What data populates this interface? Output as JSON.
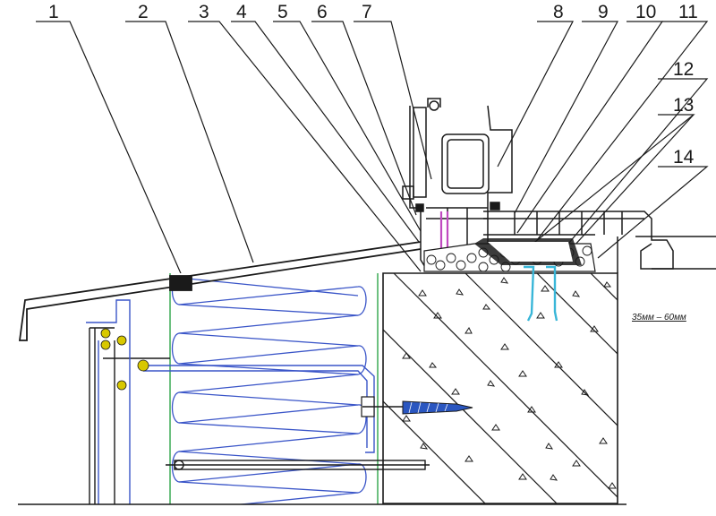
{
  "callouts": [
    "1",
    "2",
    "3",
    "4",
    "5",
    "6",
    "7",
    "8",
    "9",
    "10",
    "11",
    "12",
    "13",
    "14"
  ],
  "dimension_note": "35мм – 60мм",
  "colors": {
    "line": "#1a1a1a",
    "insulation": "#3a55c8",
    "green_line": "#2fa64a",
    "fastener": "#d8c800",
    "anchor": "#2a56c0",
    "screw_pink": "#c04ac0",
    "screw_cyan": "#39b6d8"
  }
}
